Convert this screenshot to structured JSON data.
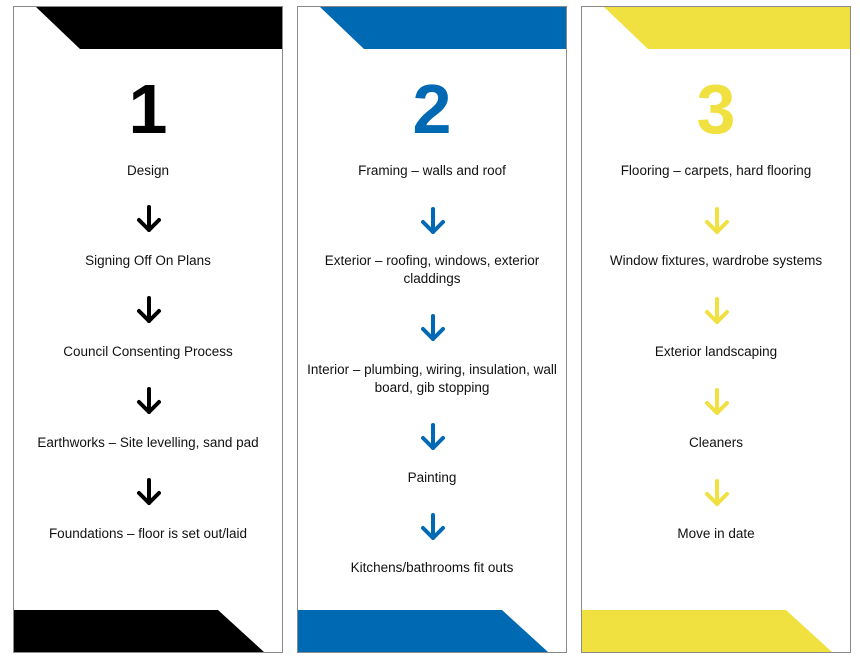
{
  "colors": {
    "stage1": "#000000",
    "stage2": "#0069b4",
    "stage3": "#f0e040"
  },
  "stages": [
    {
      "number": "1",
      "color": "#000000",
      "steps": [
        "Design",
        "Signing Off On Plans",
        "Council Consenting Process",
        "Earthworks – Site levelling, sand pad",
        "Foundations – floor is set out/laid"
      ]
    },
    {
      "number": "2",
      "color": "#0069b4",
      "steps": [
        "Framing – walls and roof",
        "Exterior – roofing, windows, exterior claddings",
        "Interior – plumbing, wiring, insulation, wall board, gib stopping",
        "Painting",
        "Kitchens/bathrooms fit outs"
      ]
    },
    {
      "number": "3",
      "color": "#f0e040",
      "steps": [
        "Flooring – carpets, hard flooring",
        "Window fixtures, wardrobe systems",
        "Exterior landscaping",
        "Cleaners",
        "Move in date"
      ]
    }
  ],
  "icons": {
    "step_arrow": "arrow-down-icon"
  }
}
